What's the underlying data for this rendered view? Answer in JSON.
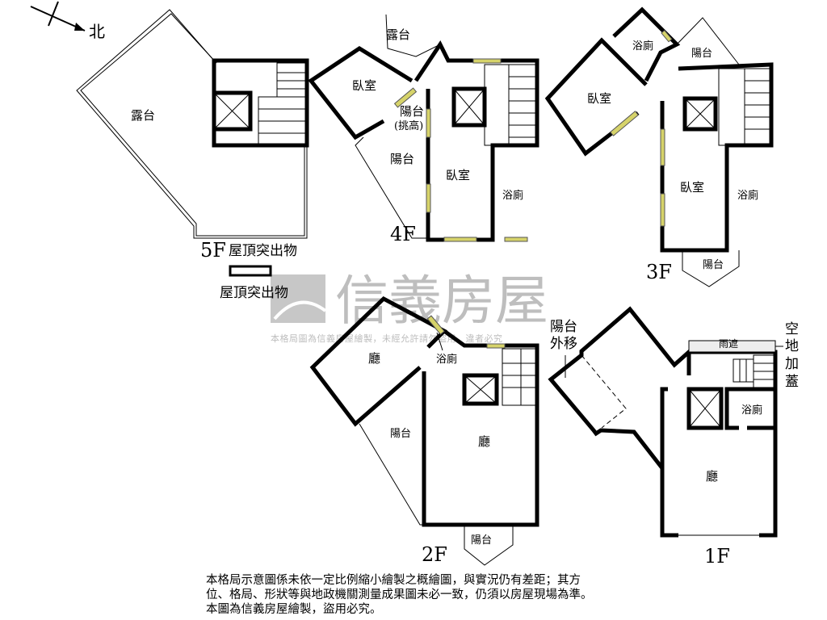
{
  "compass": {
    "north_label": "北"
  },
  "floors": {
    "f5": {
      "label": "5F",
      "caption": "屋頂突出物",
      "rooms": [
        "露台"
      ]
    },
    "f4": {
      "label": "4F",
      "rooms": [
        "露台",
        "臥室",
        "陽台",
        "(挑高)",
        "陽台",
        "臥室",
        "浴廁"
      ]
    },
    "f3": {
      "label": "3F",
      "rooms": [
        "浴廁",
        "陽台",
        "臥室",
        "臥室",
        "浴廁",
        "陽台"
      ]
    },
    "f2": {
      "label": "2F",
      "rooms": [
        "浴廁",
        "廳",
        "陽台",
        "廳",
        "陽台"
      ]
    },
    "f1": {
      "label": "1F",
      "rooms": [
        "陽台",
        "外移",
        "雨遮",
        "空",
        "地",
        "加",
        "蓋",
        "浴廁",
        "廳"
      ]
    }
  },
  "roof_legend": {
    "label": "屋頂突出物"
  },
  "watermark": {
    "brand": "信義房屋",
    "notice": "本格局圖為信義房屋繪製，未經允許請勿盜用，違者必究"
  },
  "disclaimer": {
    "lines": [
      "本格局示意圖係未依一定比例縮小繪製之概繪圖，與實況仍有差距；其方",
      "位、格局、形狀等與地政機關測量成果圖未必一致，仍須以房屋現場為準。",
      "本圖為信義房屋繪製，盜用必究。"
    ]
  },
  "colors": {
    "window": "#d6d36a",
    "watermark": "#b0b0b0",
    "wall": "#000000"
  }
}
